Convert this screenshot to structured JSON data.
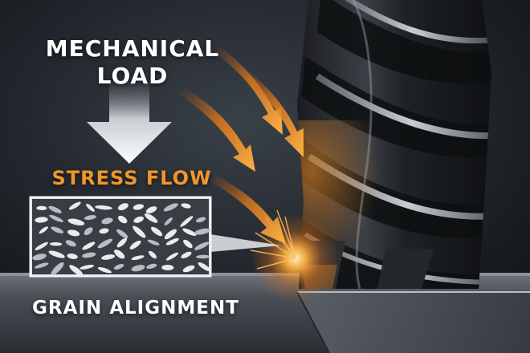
{
  "labels": {
    "mechanical_load_line1": "MECHANICAL",
    "mechanical_load_line2": "LOAD",
    "stress_flow": "STRESS FLOW",
    "grain_alignment": "GRAIN ALIGNMENT"
  },
  "colors": {
    "background": "#1a1e23",
    "accent_orange": "#f0962a",
    "text_white": "#ffffff",
    "metal_dark": "#2b2e33",
    "metal_highlight": "#c9cdd2"
  },
  "icons": {
    "load_arrow": "down-arrow-icon",
    "stress_arrows": "orange-arrow-icon"
  }
}
